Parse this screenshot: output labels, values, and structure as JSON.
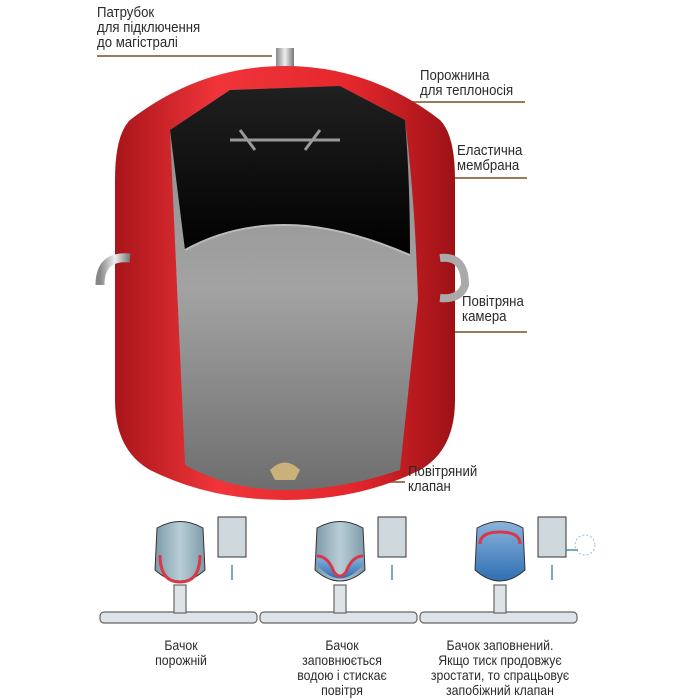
{
  "labels": {
    "fitting": [
      "Патрубок",
      "для підключення",
      "до магістралі"
    ],
    "heat_carrier_cavity": [
      "Порожнина",
      "для теплоносія"
    ],
    "membrane": [
      "Еластична",
      "мембрана"
    ],
    "air_chamber": [
      "Повітряна",
      "камера"
    ],
    "air_valve": [
      "Повітряний",
      "клапан"
    ]
  },
  "stages": [
    {
      "caption": [
        "Бачок",
        "порожній"
      ],
      "fill": 0.0
    },
    {
      "caption": [
        "Бачок",
        "заповнюється",
        "водою і стискає",
        "повітря"
      ],
      "fill": 0.45
    },
    {
      "caption": [
        "Бачок заповнений.",
        "Якщо тиск продовжує",
        "зростати, то спрацьовує",
        "запобіжний клапан"
      ],
      "fill": 0.85
    }
  ],
  "colors": {
    "tank_red": "#e0262b",
    "leader_line": "#9b7b5a",
    "water_blue": "#3f7fc0",
    "membrane": "#d8394a"
  }
}
